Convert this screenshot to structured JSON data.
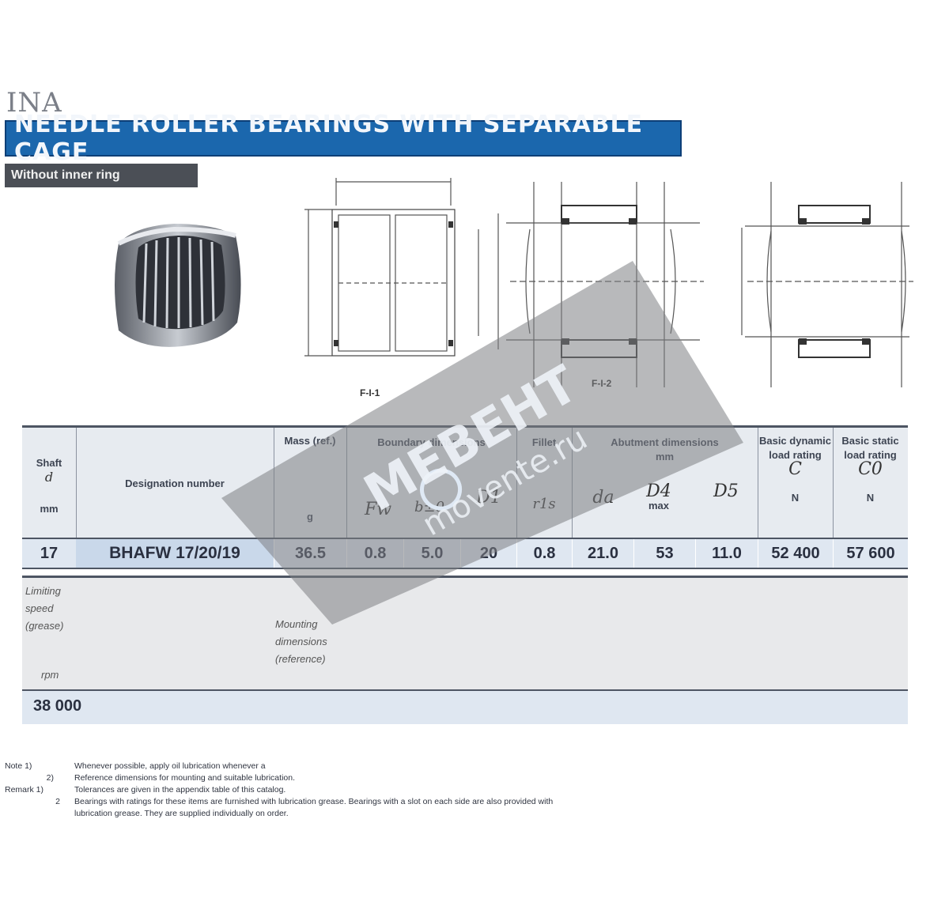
{
  "header": {
    "brand": "INA",
    "title": "NEEDLE ROLLER BEARINGS WITH SEPARABLE CAGE",
    "subtitle": "Without inner ring"
  },
  "figures": {
    "labels": [
      "F-I-1",
      "F-I-2"
    ]
  },
  "table": {
    "shaft_label": "Shaft",
    "shaft_sym": "d",
    "shaft_unit": "mm",
    "designation_label": "Designation number",
    "weight_label": "Mass (ref.)",
    "weight_unit": "g",
    "boundary_label": "Boundary dimensions",
    "fw_sym": "Fw",
    "b_sym": "b±0",
    "d1_sym": "D1",
    "fillet_label": "Fillet",
    "fillet_sym": "r1s",
    "abutment_label": "Abutment dimensions",
    "mm_label": "mm",
    "da_sym": "da",
    "d4_sym": "D4",
    "max_label": "max",
    "d5_sym": "D5",
    "dyn_label": "Basic dynamic load rating",
    "dyn_sym": "C",
    "dyn_unit": "N",
    "stat_label": "Basic static load rating",
    "stat_sym": "C0",
    "stat_unit": "N",
    "row": {
      "shaft": "17",
      "designation": "BHAFW 17/20/19",
      "weight": "36.5",
      "fw": "0.8",
      "b": "5.0",
      "d1": "20",
      "fillet": "0.8",
      "da": "21.0",
      "d4": "53",
      "d5": "11.0",
      "dyn": "52 400",
      "stat": "57 600"
    },
    "lower": {
      "speed_label": "Limiting speed (grease)",
      "speed_unit": "rpm",
      "speed_value": "38 000",
      "mount_label": "Mounting dimensions (reference)"
    }
  },
  "notes": [
    {
      "mark": "Note 1)",
      "text": "Whenever possible, apply oil lubrication whenever a"
    },
    {
      "mark": "2)",
      "text": "Reference dimensions for mounting and suitable lubrication."
    },
    {
      "mark": "Remark 1)",
      "text": "Tolerances are given in the appendix table of this catalog."
    },
    {
      "mark": "2",
      "text": "Bearings with ratings for these items are furnished with lubrication grease. Bearings with a slot on each side are also provided with"
    },
    {
      "mark": "",
      "text": "lubrication grease. They are supplied individually on order."
    }
  ],
  "watermark": {
    "brand": "МЕВЕНТ",
    "site": "movente.ru"
  },
  "colors": {
    "title_bg": "#1b67ad",
    "row_bg": "#dfe7f1",
    "header_bg": "#e7ebf0"
  }
}
